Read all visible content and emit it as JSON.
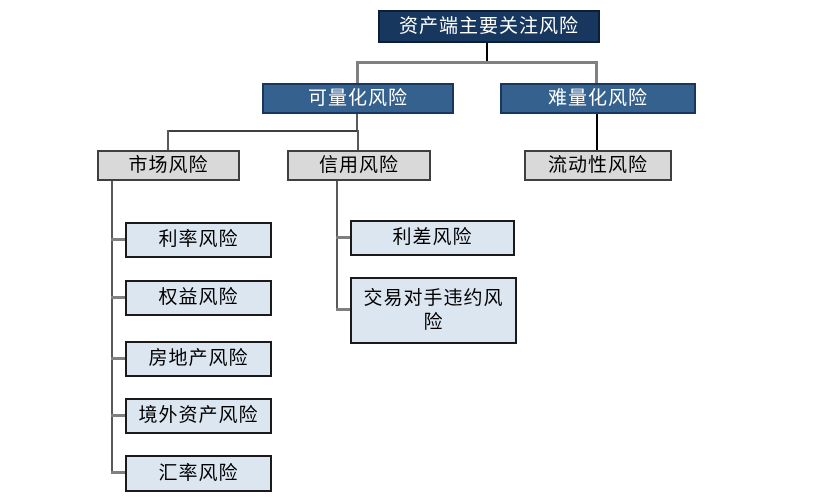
{
  "diagram": {
    "type": "hierarchy-flowchart",
    "nodes": {
      "root": {
        "label": "资产端主要关注风险",
        "level": 1
      },
      "quantifiable": {
        "label": "可量化风险",
        "level": 2
      },
      "hard_to_quantify": {
        "label": "难量化风险",
        "level": 2
      },
      "market_risk": {
        "label": "市场风险",
        "level": 3
      },
      "credit_risk": {
        "label": "信用风险",
        "level": 3
      },
      "liquidity_risk": {
        "label": "流动性风险",
        "level": 3
      },
      "interest_rate_risk": {
        "label": "利率风险",
        "level": 4
      },
      "equity_risk": {
        "label": "权益风险",
        "level": 4
      },
      "real_estate_risk": {
        "label": "房地产风险",
        "level": 4
      },
      "overseas_asset_risk": {
        "label": "境外资产风险",
        "level": 4
      },
      "exchange_rate_risk": {
        "label": "汇率风险",
        "level": 4
      },
      "spread_risk": {
        "label": "利差风险",
        "level": 4
      },
      "counterparty_default_risk": {
        "label": "交易对手违约风险",
        "level": 4
      }
    },
    "edges": [
      [
        "root",
        "quantifiable"
      ],
      [
        "root",
        "hard_to_quantify"
      ],
      [
        "quantifiable",
        "market_risk"
      ],
      [
        "quantifiable",
        "credit_risk"
      ],
      [
        "hard_to_quantify",
        "liquidity_risk"
      ],
      [
        "market_risk",
        "interest_rate_risk"
      ],
      [
        "market_risk",
        "equity_risk"
      ],
      [
        "market_risk",
        "real_estate_risk"
      ],
      [
        "market_risk",
        "overseas_asset_risk"
      ],
      [
        "market_risk",
        "exchange_rate_risk"
      ],
      [
        "credit_risk",
        "spread_risk"
      ],
      [
        "credit_risk",
        "counterparty_default_risk"
      ]
    ],
    "colors": {
      "level1_fill": "#17375E",
      "level2_fill": "#35618E",
      "level2_border": "#17375E",
      "level3_fill": "#D9D9D9",
      "leaf_fill": "#DCE6F1",
      "connector_gray": "#808080",
      "connector_black": "#000000",
      "background": "#ffffff"
    }
  }
}
